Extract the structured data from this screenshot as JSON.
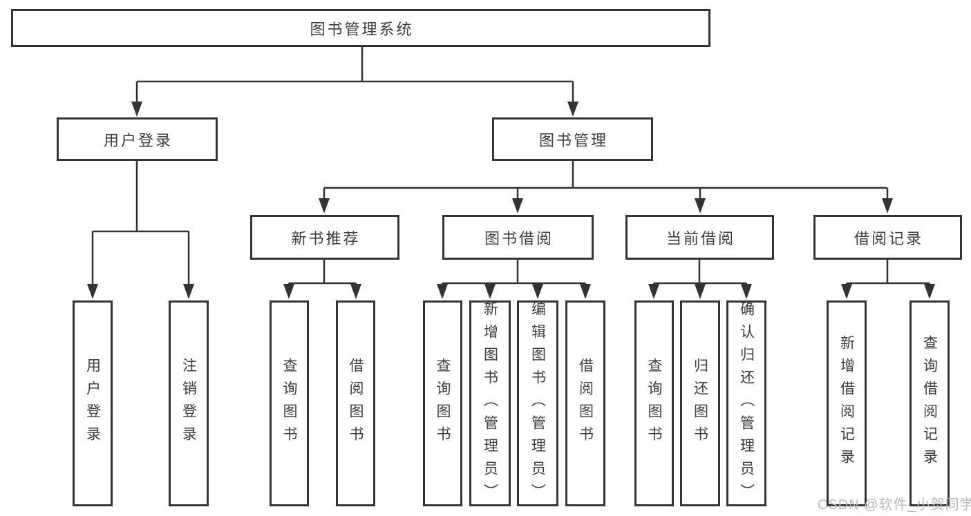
{
  "nodes": {
    "root": "图书管理系统",
    "user_login": "用户登录",
    "book_management": "图书管理",
    "new_book_recommend": "新书推荐",
    "book_borrow": "图书借阅",
    "current_borrow": "当前借阅",
    "borrow_record": "借阅记录",
    "leaf_user_login": "用户登录",
    "leaf_logout": "注销登录",
    "nb_query_book": "查询图书",
    "nb_borrow_book": "借阅图书",
    "bb_query_book": "查询图书",
    "bb_add_book": "新增图书（管理员）",
    "bb_edit_book": "编辑图书（管理员）",
    "bb_borrow_book": "借阅图书",
    "cb_query_book": "查询图书",
    "cb_return_book": "归还图书",
    "cb_confirm_return": "确认归还（管理员）",
    "br_add_record": "新增借阅记录",
    "br_query_record": "查询借阅记录"
  },
  "hierarchy": {
    "图书管理系统": {
      "用户登录": [
        "用户登录",
        "注销登录"
      ],
      "图书管理": {
        "新书推荐": [
          "查询图书",
          "借阅图书"
        ],
        "图书借阅": [
          "查询图书",
          "新增图书（管理员）",
          "编辑图书（管理员）",
          "借阅图书"
        ],
        "当前借阅": [
          "查询图书",
          "归还图书",
          "确认归还（管理员）"
        ],
        "借阅记录": [
          "新增借阅记录",
          "查询借阅记录"
        ]
      }
    }
  },
  "watermark": "CSDN @软件_小贺同学",
  "colors": {
    "line": "#333333",
    "text": "#3d3d3d",
    "watermark": "#b9b9b9",
    "background": "#ffffff"
  }
}
